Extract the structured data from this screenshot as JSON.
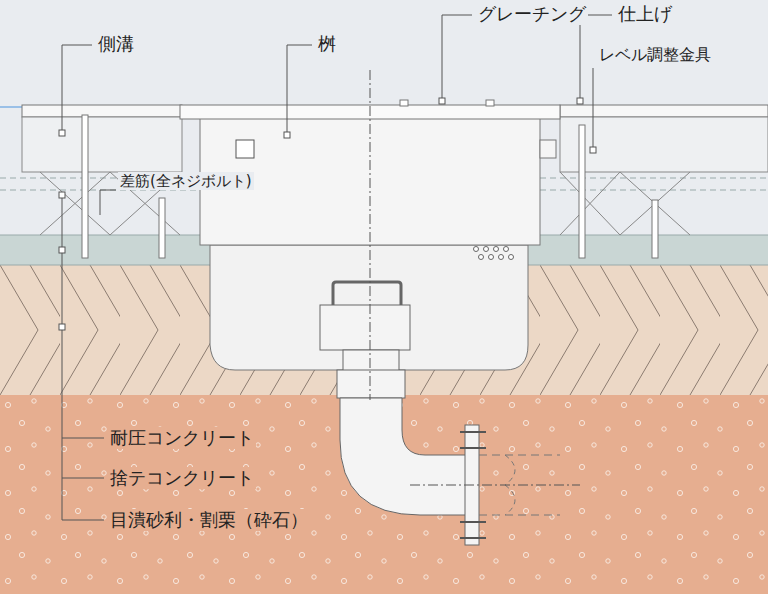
{
  "diagram": {
    "labels": [
      "側溝",
      "桝",
      "グレーチング",
      "仕上げ",
      "レベル調整金具",
      "差筋(全ネジボルト)",
      "耐圧コンクリート",
      "捨テコンクリート",
      "目潰砂利・割栗（砕石）"
    ]
  }
}
